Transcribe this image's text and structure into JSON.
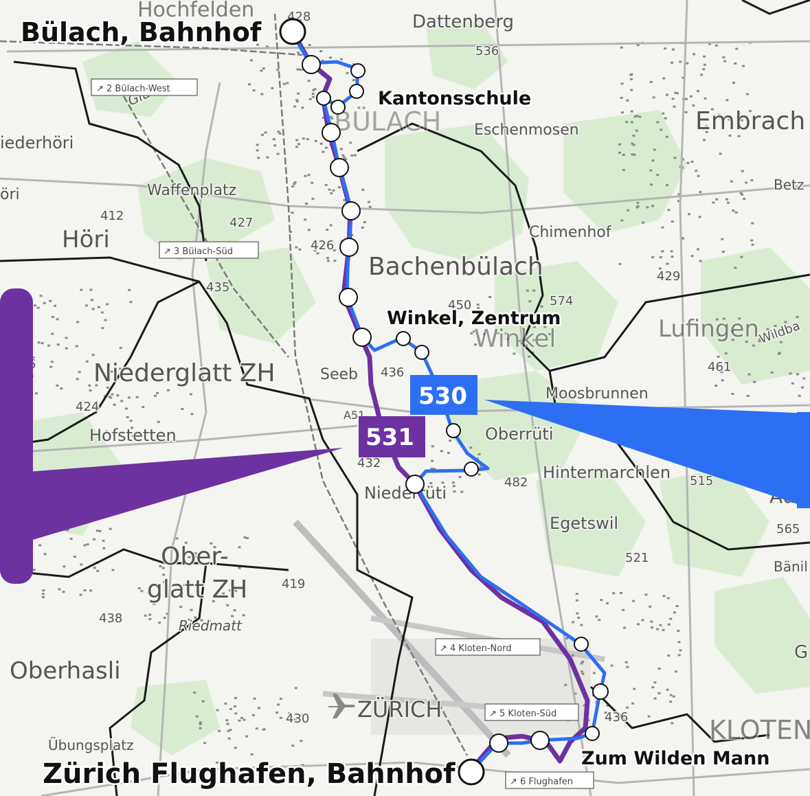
{
  "colors": {
    "route_530": "#2d6ff2",
    "route_531": "#6d31a0",
    "forest": "#d9ecd2",
    "boundary": "#1a1a1a",
    "stop_fill": "#ffffff"
  },
  "routes": [
    {
      "id": "530",
      "label": "530",
      "color": "#2d6ff2"
    },
    {
      "id": "531",
      "label": "531",
      "color": "#6d31a0"
    }
  ],
  "stops": {
    "buelach": "Bülach, Bahnhof",
    "kantonsschule": "Kantonsschule",
    "winkel": "Winkel, Zentrum",
    "wilden_mann": "Zum Wilden Mann",
    "flughafen": "Zürich Flughafen, Bahnhof"
  },
  "places": {
    "hochfelden": "Hochfelden",
    "dattenberg": "Dattenberg",
    "buelach_big": "BÜLACH",
    "eschenmosen": "Eschenmosen",
    "embrach": "Embrach",
    "waffenplatz": "Waffenplatz",
    "hoeri": "Höri",
    "bachenbuelach": "Bachenbülach",
    "chimenhof": "Chimenhof",
    "niederglatt": "Niederglatt ZH",
    "seeb": "Seeb",
    "winkel_big": "Winkel",
    "lufingen": "Lufingen",
    "moosbrunnen": "Moosbrunnen",
    "hofstetten": "Hofstetten",
    "oberrueti": "Oberrüti",
    "hintermarchlen": "Hintermarchlen",
    "niederrueti": "Niederrüti",
    "egetswil": "Egetswil",
    "oberglatt_1": "Ober-",
    "oberglatt_2": "glatt ZH",
    "riedmatt": "Riedmatt",
    "oberhasli": "Oberhasli",
    "zuerich_airport": "ZÜRICH",
    "kloten": "KLOTEN",
    "uebungsplatz": "Übungsplatz",
    "iederhoeri": "iederhöri",
    "oeri": "öri",
    "betz": "Betz",
    "baenil": "Bänil",
    "aug": "Aug",
    "wildba": "Wildba",
    "g_right": "G"
  },
  "exits": {
    "e2": "↗ 2 Bülach-West",
    "e3": "↗ 3 Bülach-Süd",
    "e4": "↗ 4 Kloten-Nord",
    "e5": "↗ 5 Kloten-Süd",
    "e6": "↗ 6 Flughafen"
  },
  "elevations": {
    "h428": "428",
    "h536": "536",
    "h412": "412",
    "h427": "427",
    "h426": "426",
    "h435": "435",
    "h429": "429",
    "h574": "574",
    "h450": "450",
    "h436a": "436",
    "h461": "461",
    "h416": "416",
    "h424": "424",
    "h432": "432",
    "h482": "482",
    "h515": "515",
    "h565": "565",
    "h521": "521",
    "h419": "419",
    "h438": "438",
    "h430": "430",
    "h436b": "436"
  },
  "road_labels": {
    "glatt": "Glatt",
    "a51": "A51"
  }
}
